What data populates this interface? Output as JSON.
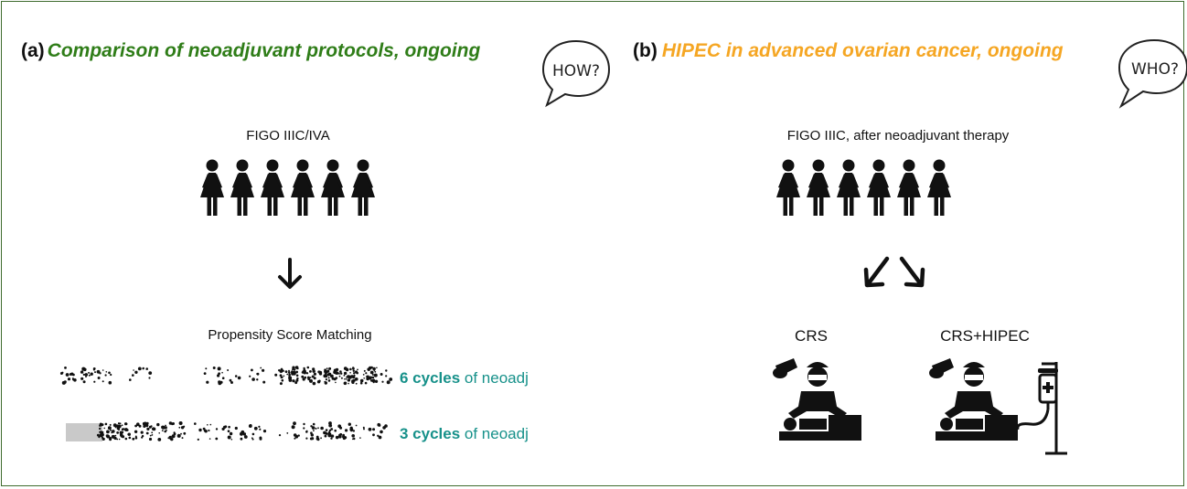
{
  "panel_a": {
    "tag": "(a)",
    "title": "Comparison of neoadjuvant protocols, ongoing",
    "title_color": "#2f7d18",
    "bubble": "HOW?",
    "population": "FIGO IIIC/IVA",
    "method": "Propensity Score Matching",
    "arms": [
      {
        "count": "6 cycles",
        "rest": " of neoadj"
      },
      {
        "count": "3 cycles",
        "rest": " of neoadj"
      }
    ],
    "accent": "#17918a"
  },
  "panel_b": {
    "tag": "(b)",
    "title": "HIPEC in advanced ovarian cancer, ongoing",
    "title_color": "#f5a623",
    "bubble": "WHO?",
    "population": "FIGO IIIC, after neoadjuvant therapy",
    "arms": [
      "CRS",
      "CRS+HIPEC"
    ]
  },
  "icons": {
    "woman": "woman-icon",
    "surgeon": "surgeon-icon",
    "iv": "iv-drip-icon",
    "arrow": "arrow-down-icon"
  }
}
